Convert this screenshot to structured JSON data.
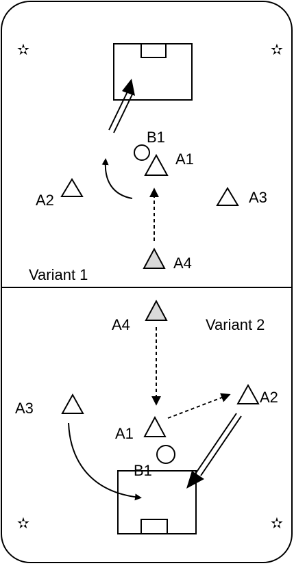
{
  "diagram": {
    "stroke_color": "#000000",
    "player_fill": "#ffffff",
    "highlight_fill": "#d9d9d9",
    "markers": [
      "corner-star-icon",
      "corner-star-icon",
      "corner-star-icon",
      "corner-star-icon"
    ]
  },
  "variant1": {
    "label": "Variant 1",
    "players": {
      "a1": "A1",
      "a2": "A2",
      "a3": "A3",
      "a4": "A4"
    },
    "ball": "B1"
  },
  "variant2": {
    "label": "Variant 2",
    "players": {
      "a1": "A1",
      "a2": "A2",
      "a3": "A3",
      "a4": "A4"
    },
    "ball": "B1"
  }
}
